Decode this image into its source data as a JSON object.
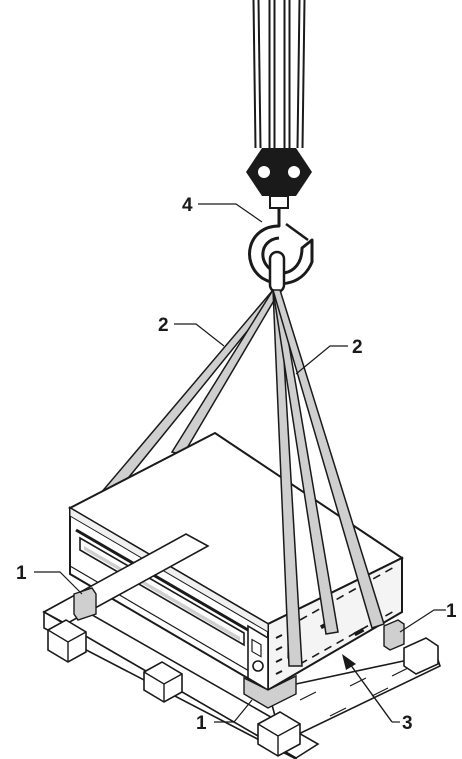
{
  "diagram": {
    "callouts": {
      "c1_left": "1",
      "c1_right": "1",
      "c1_bottom": "1",
      "c2_left": "2",
      "c2_right": "2",
      "c3": "3",
      "c4": "4"
    },
    "colors": {
      "line": "#1a1a1a",
      "strap": "#cfcfcf",
      "pallet": "#ffffff",
      "oven_top": "#ffffff",
      "oven_front": "#f4f4f4",
      "hook_block": "#1a1a1a",
      "pad": "#cfcfcf"
    }
  }
}
